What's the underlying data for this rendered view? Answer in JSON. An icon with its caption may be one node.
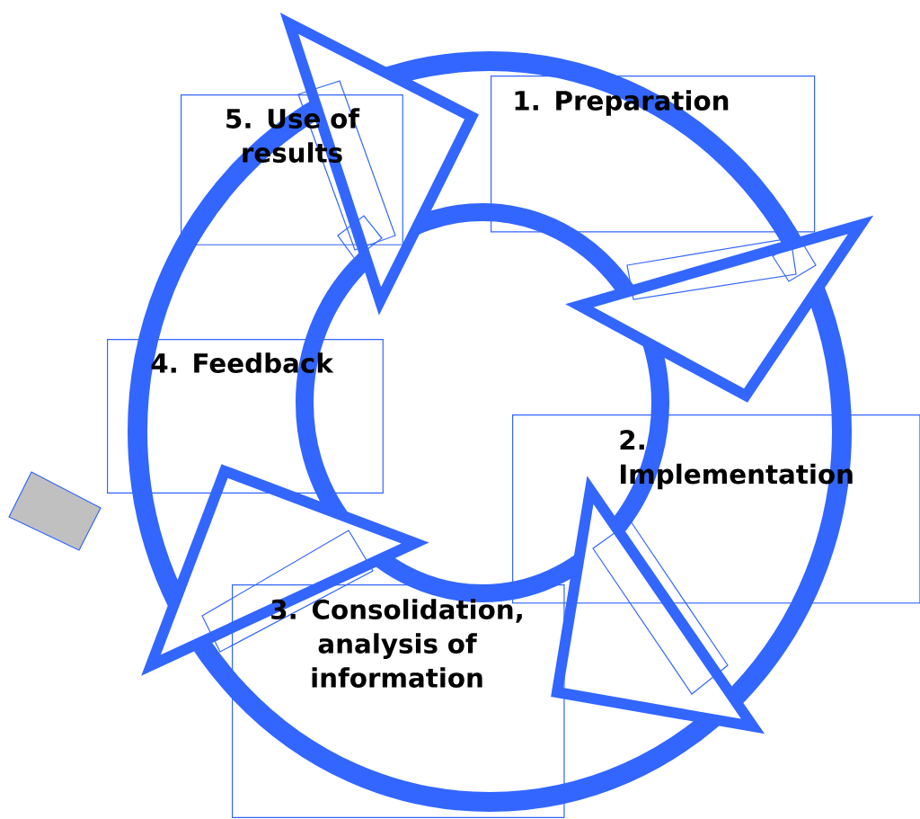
{
  "diagram": {
    "nodes": [
      {
        "text": [
          "1. Preparation"
        ]
      },
      {
        "text": [
          "2. Implementation"
        ]
      },
      {
        "text": [
          "3. Consolidation, analysis of information"
        ]
      },
      {
        "text": [
          "4. Feedback"
        ]
      },
      {
        "text": [
          "5. Use of results"
        ]
      }
    ]
  }
}
